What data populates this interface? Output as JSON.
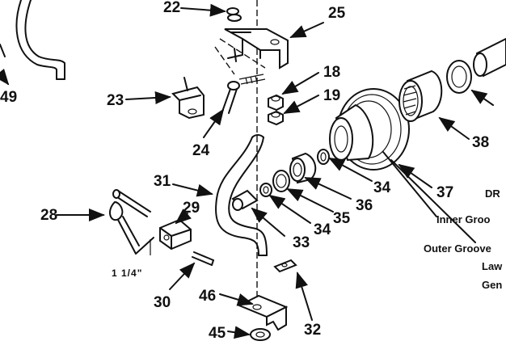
{
  "callouts": {
    "c22": "22",
    "c25": "25",
    "c18": "18",
    "c19": "19",
    "c23": "23",
    "c24": "24",
    "c49": "49",
    "c31": "31",
    "c29": "29",
    "c28": "28",
    "c30": "30",
    "c33": "33",
    "c34a": "34",
    "c34b": "34",
    "c35": "35",
    "c36": "36",
    "c37": "37",
    "c38": "38",
    "c46": "46",
    "c45": "45",
    "c32": "32"
  },
  "dimension_label": "1  1/4\"",
  "text_labels": {
    "dr": "DR",
    "inner_groove": "Inner Groo",
    "outer_groove": "Outer Groove",
    "law": "Law",
    "gen": "Gen"
  }
}
